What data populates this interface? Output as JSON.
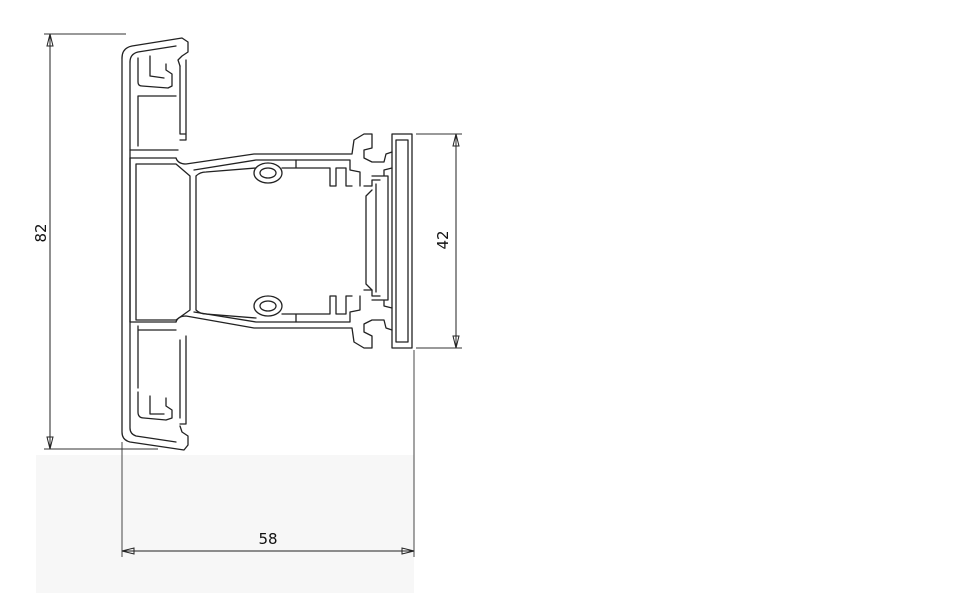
{
  "drawing": {
    "dimensions": {
      "height_total": "82",
      "width_total": "58",
      "sash_height": "42"
    },
    "colors": {
      "line": "#222222",
      "background": "#ffffff"
    }
  }
}
